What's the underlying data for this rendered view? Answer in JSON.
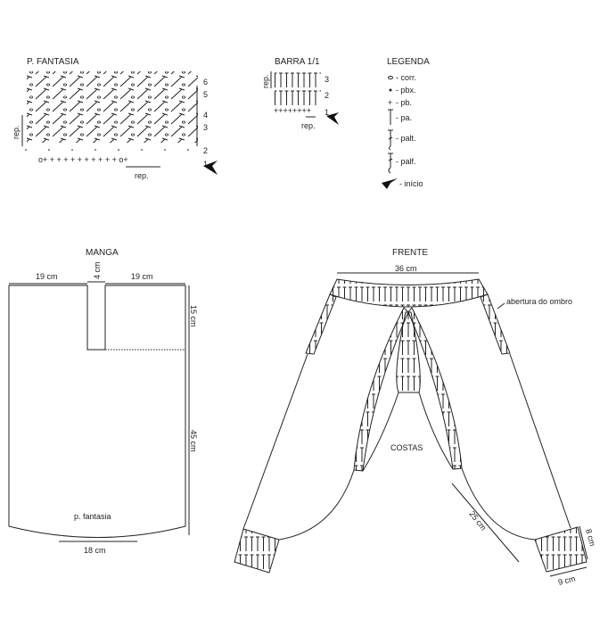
{
  "fantasia": {
    "title": "P. FANTASIA",
    "rows": [
      "1",
      "2",
      "3",
      "4",
      "5",
      "6"
    ],
    "rep_h": "rep.",
    "rep_v": "rep."
  },
  "barra": {
    "title": "BARRA 1/1",
    "rows": [
      "1",
      "2",
      "3"
    ],
    "rep_h": "rep.",
    "rep_v": "rep."
  },
  "legenda": {
    "title": "LEGENDA",
    "items": [
      {
        "icon": "chain-oval-icon",
        "label": "- corr."
      },
      {
        "icon": "slip-stitch-dot-icon",
        "label": "- pbx."
      },
      {
        "icon": "single-crochet-plus-icon",
        "label": "- pb."
      },
      {
        "icon": "half-double-crochet-icon",
        "label": "- pa."
      },
      {
        "icon": "double-crochet-icon",
        "label": "- palt."
      },
      {
        "icon": "front-post-double-crochet-icon",
        "label": "- palf."
      },
      {
        "icon": "start-arrow-icon",
        "label": "- início"
      }
    ]
  },
  "manga": {
    "title": "MANGA",
    "width_left": "19 cm",
    "slit_width": "4 cm",
    "width_right": "19 cm",
    "slit_height": "15 cm",
    "body_height": "45 cm",
    "pattern_label": "p. fantasia",
    "cuff_width": "18 cm"
  },
  "frente": {
    "title": "FRENTE",
    "waist_width": "36 cm",
    "shoulder_label": "abertura do ombro",
    "back_label": "COSTAS",
    "sleeve_length": "25 cm",
    "cuff_height": "8 cm",
    "cuff_width": "9 cm"
  }
}
